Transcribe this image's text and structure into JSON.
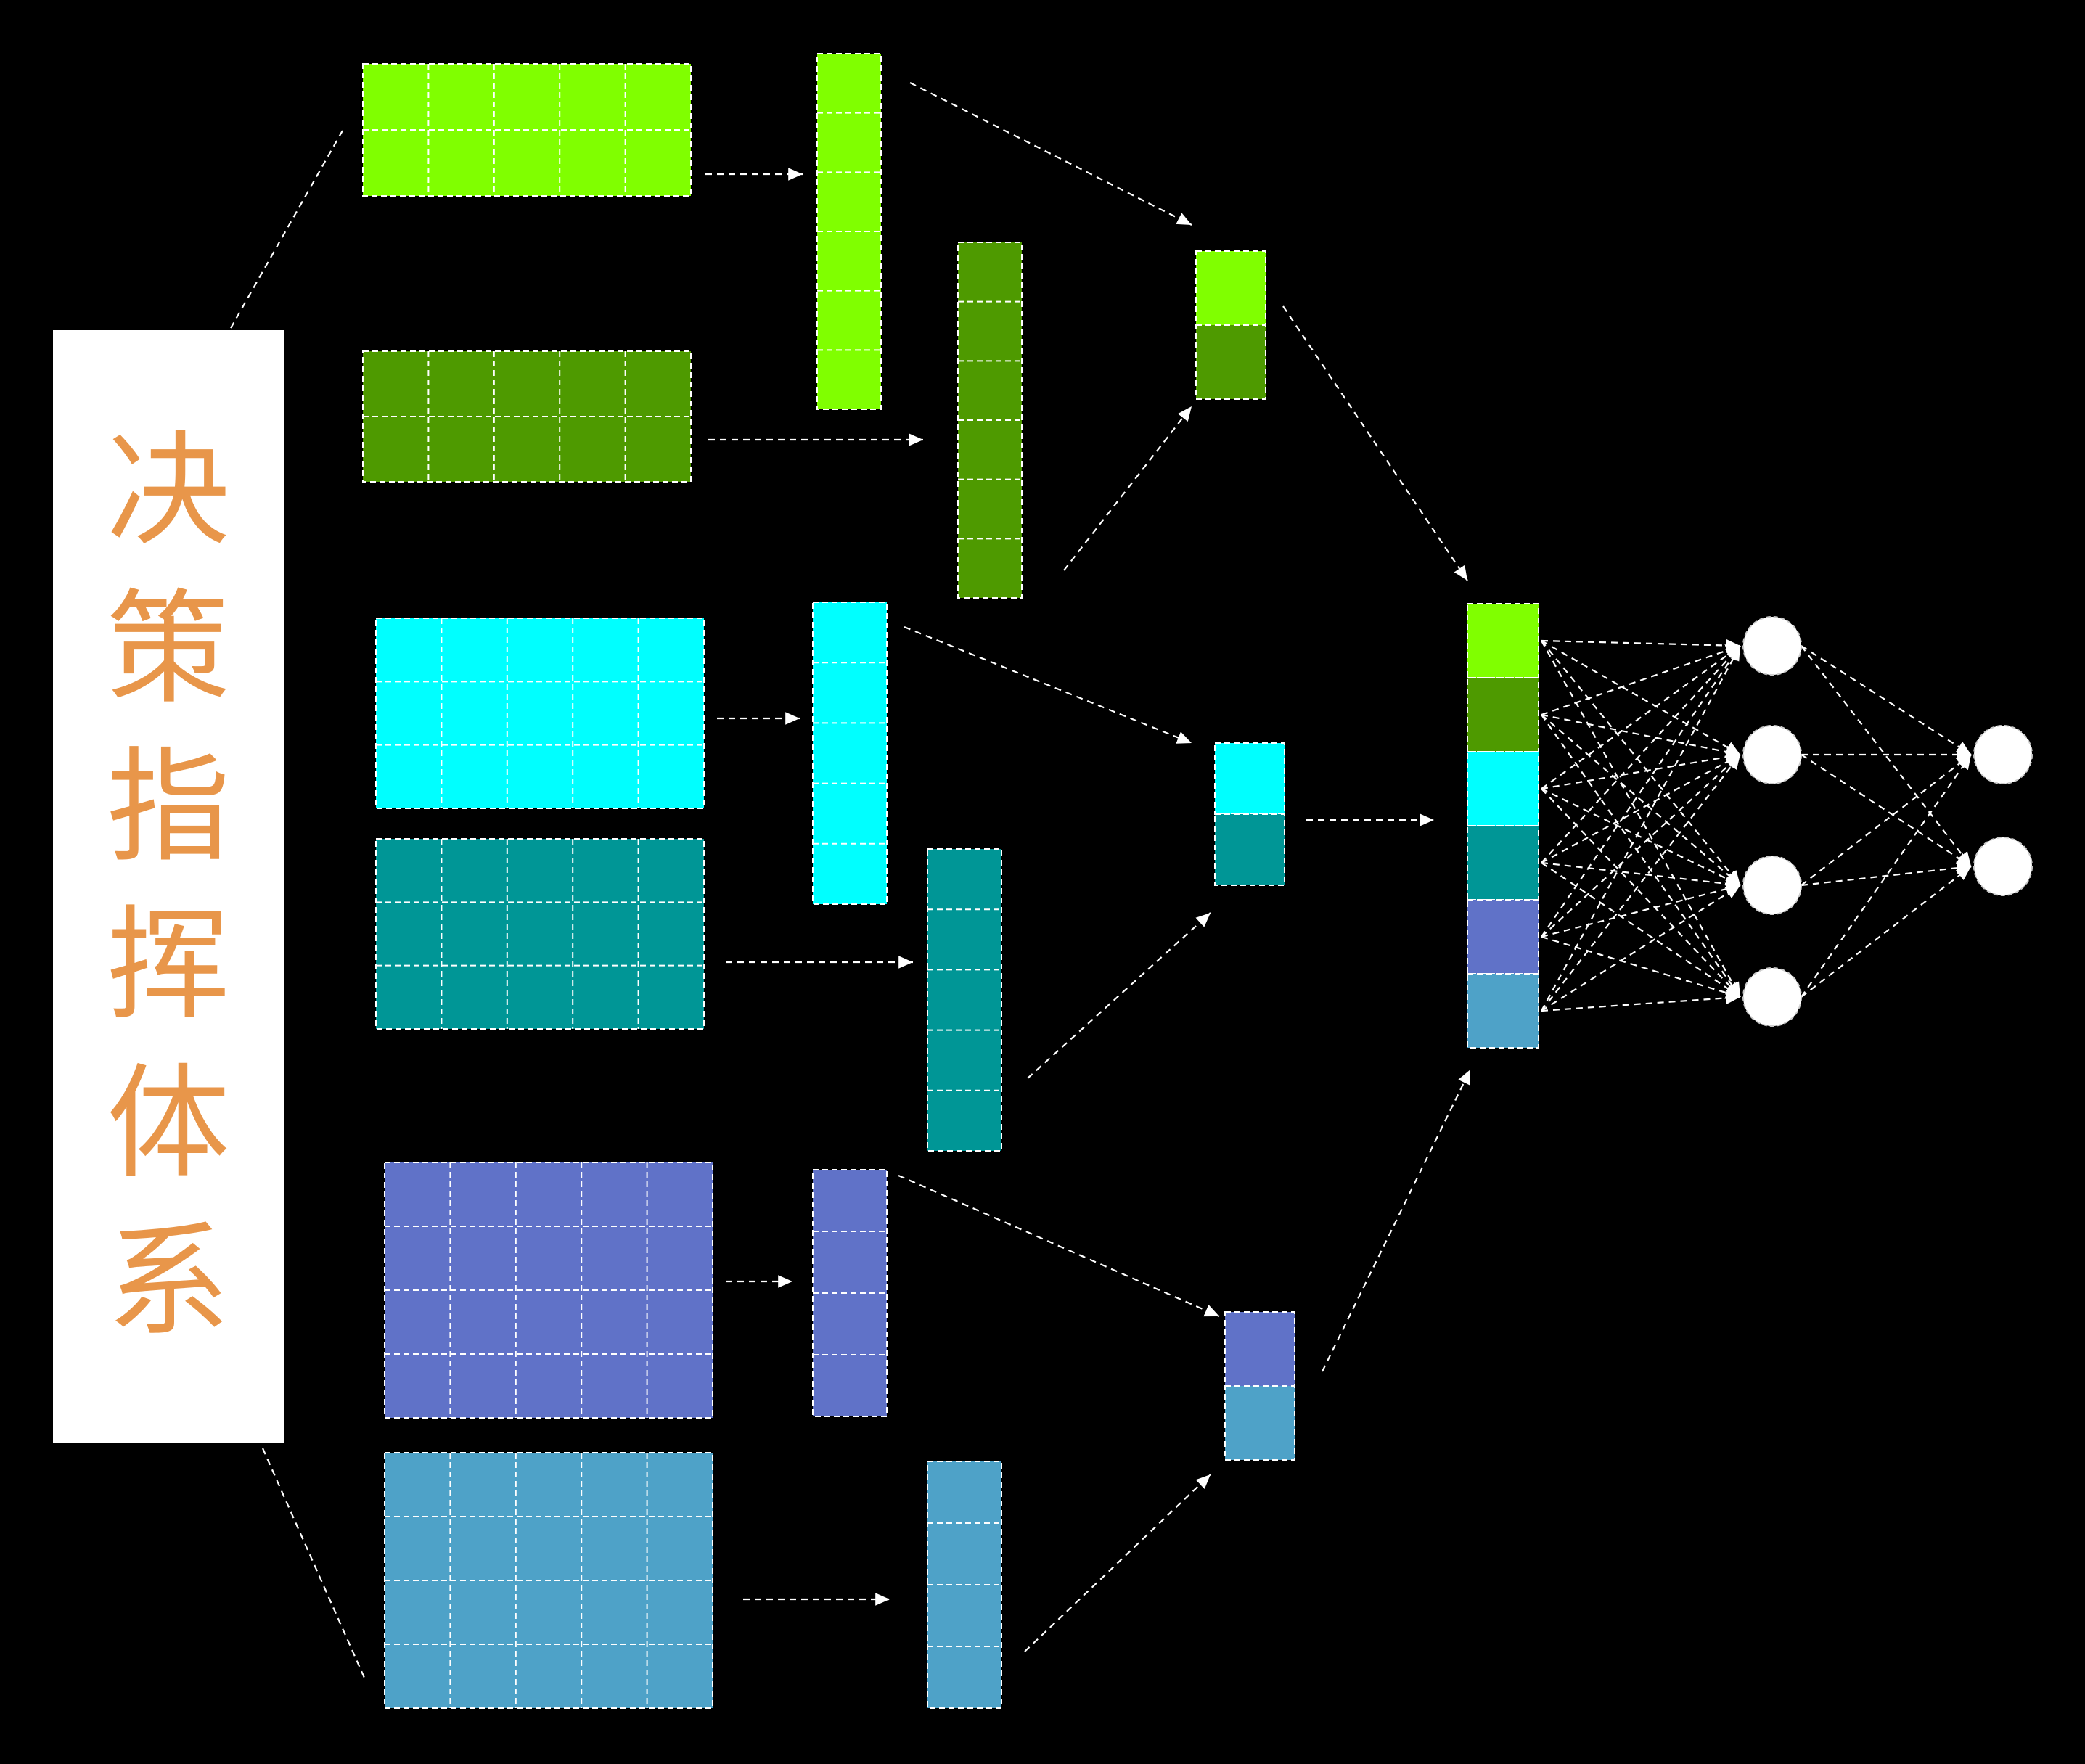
{
  "title": {
    "chars": [
      "决",
      "策",
      "指",
      "挥",
      "体",
      "系"
    ]
  },
  "colors": {
    "background": "#000000",
    "title_box": "#ffffff",
    "title_text": "#E8964A",
    "dashed_line": "#ffffff",
    "node": "#ffffff",
    "series": [
      "#80FF00",
      "#4E9A00",
      "#00FFFF",
      "#009696",
      "#6072C8",
      "#4EA2C8"
    ]
  },
  "feature_groups": [
    {
      "color_index": 0,
      "matrix_rows": 2,
      "matrix_cols": 5,
      "vector_cells": 6
    },
    {
      "color_index": 1,
      "matrix_rows": 2,
      "matrix_cols": 5,
      "vector_cells": 6
    },
    {
      "color_index": 2,
      "matrix_rows": 3,
      "matrix_cols": 5,
      "vector_cells": 5
    },
    {
      "color_index": 3,
      "matrix_rows": 3,
      "matrix_cols": 5,
      "vector_cells": 5
    },
    {
      "color_index": 4,
      "matrix_rows": 4,
      "matrix_cols": 5,
      "vector_cells": 4
    },
    {
      "color_index": 5,
      "matrix_rows": 4,
      "matrix_cols": 5,
      "vector_cells": 4
    }
  ],
  "pairs": [
    {
      "color_indices": [
        0,
        1
      ]
    },
    {
      "color_indices": [
        2,
        3
      ]
    },
    {
      "color_indices": [
        4,
        5
      ]
    }
  ],
  "concat_vector": {
    "color_indices": [
      0,
      1,
      2,
      3,
      4,
      5
    ]
  },
  "network": {
    "hidden_nodes": 4,
    "output_nodes": 2
  }
}
